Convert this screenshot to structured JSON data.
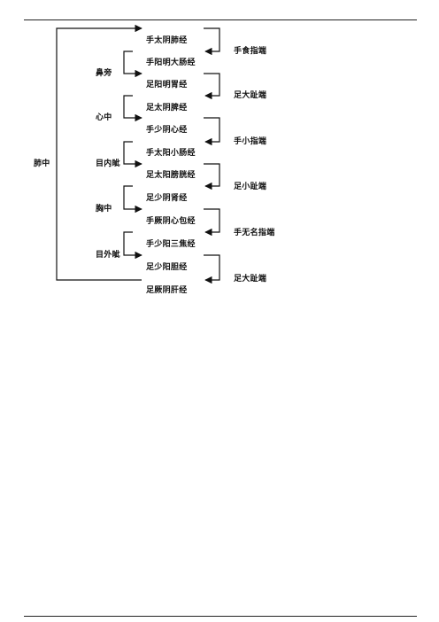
{
  "diagram": {
    "root_label": "肺中",
    "meridians": [
      "手太阴肺经",
      "手阳明大肠经",
      "足阳明胃经",
      "足太阴脾经",
      "手少阴心经",
      "手太阳小肠经",
      "足太阳膀胱经",
      "足少阴肾经",
      "手厥阴心包经",
      "手少阳三焦经",
      "足少阳胆经",
      "足厥阴肝经"
    ],
    "junction_labels": [
      "鼻旁",
      "心中",
      "目内眦",
      "胸中",
      "目外眦"
    ],
    "endpoint_labels": [
      "手食指端",
      "足大趾端",
      "手小指端",
      "足小趾端",
      "手无名指端",
      "足大趾端"
    ]
  }
}
